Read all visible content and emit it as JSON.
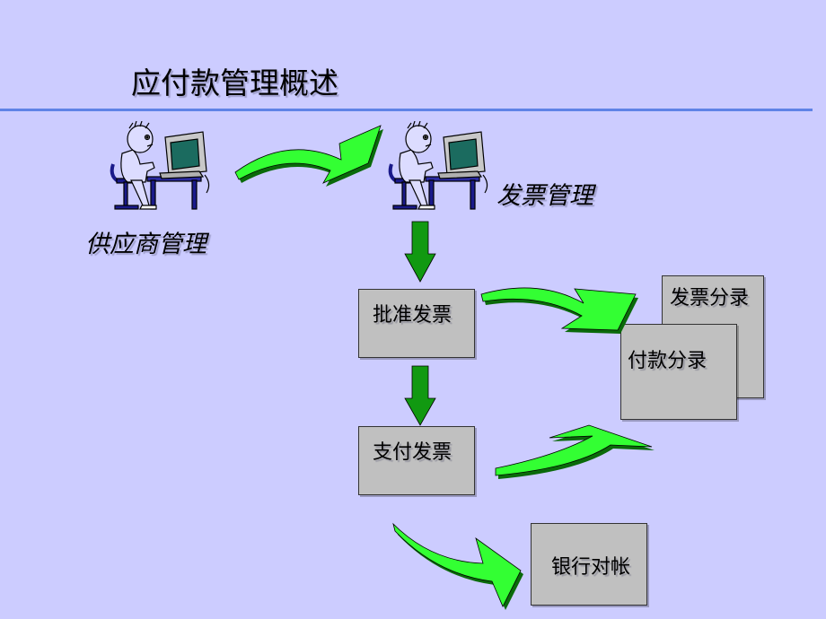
{
  "title": "应付款管理概述",
  "nodes": {
    "supplier_mgmt": "供应商管理",
    "invoice_mgmt": "发票管理",
    "approve_invoice": "批准发票",
    "pay_invoice": "支付发票",
    "invoice_entry": "发票分录",
    "payment_entry": "付款分录",
    "bank_reconcile": "银行对帐"
  },
  "colors": {
    "background": "#ccccff",
    "rule": "#5f83e6",
    "box_fill": "#c0c0c0",
    "green_arrow": "#33ff33",
    "dark_green_arrow": "#119911"
  }
}
